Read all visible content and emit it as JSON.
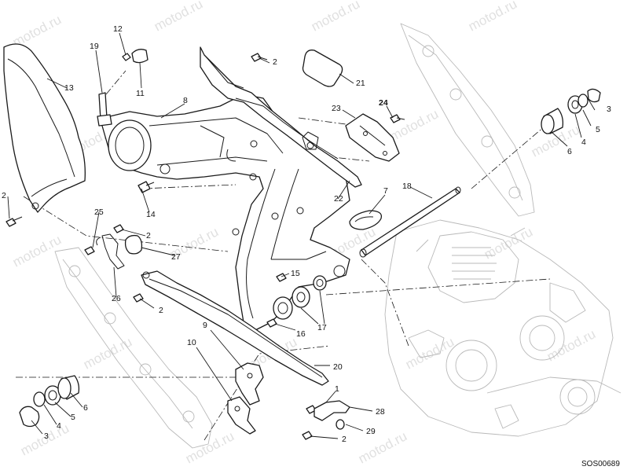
{
  "watermark": "motod.ru",
  "drawing_code": "SOS00689",
  "callouts": {
    "c1": "1",
    "c2a": "2",
    "c2b": "2",
    "c2c": "2",
    "c2d": "2",
    "c2e": "2",
    "c3a": "3",
    "c3b": "3",
    "c4a": "4",
    "c4b": "4",
    "c5a": "5",
    "c5b": "5",
    "c6a": "6",
    "c6b": "6",
    "c7": "7",
    "c8": "8",
    "c9": "9",
    "c10": "10",
    "c11": "11",
    "c12": "12",
    "c13": "13",
    "c14": "14",
    "c15": "15",
    "c16": "16",
    "c17": "17",
    "c18": "18",
    "c19": "19",
    "c20": "20",
    "c21": "21",
    "c22": "22",
    "c23": "23",
    "c24": "24",
    "c25": "25",
    "c26": "26",
    "c27": "27",
    "c28": "28",
    "c29": "29"
  }
}
